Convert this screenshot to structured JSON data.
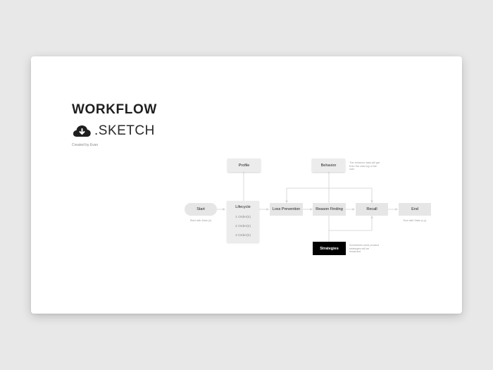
{
  "header": {
    "title": "WORKFLOW",
    "subtitle": ".SKETCH",
    "credit": "Created by Evan",
    "icon": "cloud-download-icon"
  },
  "diagram": {
    "nodes": {
      "profile": "Profile",
      "behavior": "Behavior",
      "start": "Start",
      "lifecycle": "Lifecycle",
      "loss_prevention": "Loss Prevention",
      "reason_finding": "Reason Finding",
      "recall": "Recall",
      "end": "End",
      "strategies": "Strategies"
    },
    "lifecycle_items": [
      "1 Order(s)",
      "2 Order(s)",
      "3 Order(s)"
    ],
    "notes": {
      "start": "Start with Data (x)",
      "end": "End with Stats (x,y)",
      "behavior": "The behavior data will get from the click log of the user",
      "strategies": "Sometimes send product strategies will be rewarded"
    }
  },
  "colors": {
    "background": "#e8e8e8",
    "card": "#ffffff",
    "node": "#e6e6e6",
    "dark_node": "#000000",
    "line": "#cfcfcf"
  }
}
